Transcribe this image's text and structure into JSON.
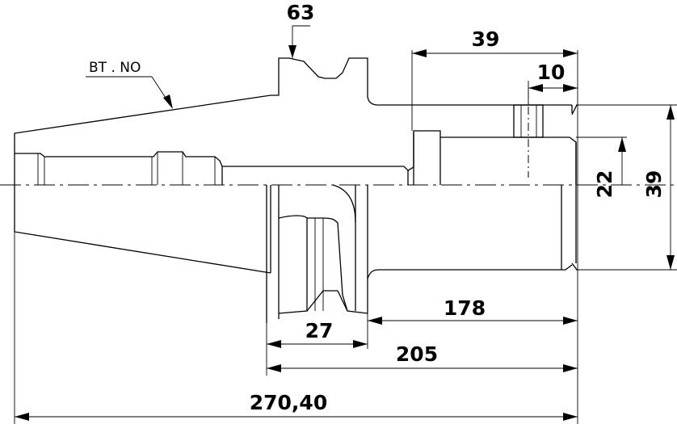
{
  "drawing": {
    "part_label": "BT . NO",
    "dimensions": {
      "groove_width": "63",
      "nut_length": "39",
      "small_offset": "10",
      "inner_diameter": "22",
      "outer_diameter": "39",
      "flange_width": "27",
      "body_length": "178",
      "gauge_length": "205",
      "overall_length": "270,40"
    }
  }
}
